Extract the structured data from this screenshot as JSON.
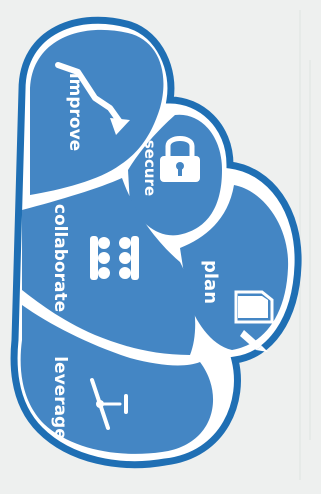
{
  "colors": {
    "background": "#eef0ef",
    "cloud_outline": "#1f6fb4",
    "cloud_fill": "#ffffff",
    "segment_fill": "#4486c4",
    "icon_white": "#ffffff"
  },
  "segments": [
    {
      "id": "improve",
      "label": "improve",
      "icon": "trend-arrow-icon"
    },
    {
      "id": "secure",
      "label": "secure",
      "icon": "padlock-icon"
    },
    {
      "id": "collaborate",
      "label": "collaborate",
      "icon": "people-group-icon"
    },
    {
      "id": "plan",
      "label": "plan",
      "icon": "document-pencil-icon"
    },
    {
      "id": "leverage",
      "label": "leverage",
      "icon": "lever-icon"
    }
  ]
}
